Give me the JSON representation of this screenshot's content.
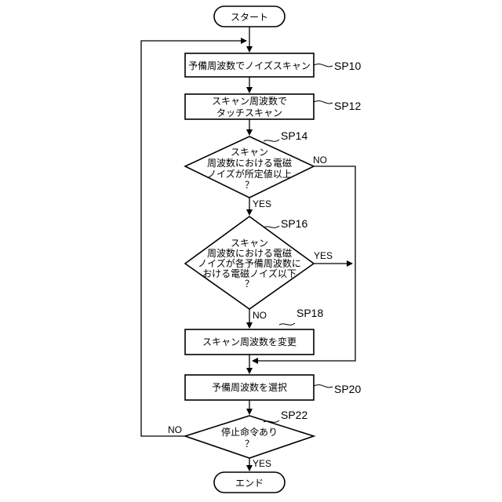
{
  "flow": {
    "start": "スタート",
    "sp10": {
      "label": "SP10",
      "text": "予備周波数でノイズスキャン"
    },
    "sp12": {
      "label": "SP12",
      "line1": "スキャン周波数で",
      "line2": "タッチスキャン"
    },
    "sp14": {
      "label": "SP14",
      "line1": "スキャン",
      "line2": "周波数における電磁",
      "line3": "ノイズが所定値以上",
      "line4": "？",
      "yes": "YES",
      "no": "NO"
    },
    "sp16": {
      "label": "SP16",
      "line1": "スキャン",
      "line2": "周波数における電磁",
      "line3": "ノイズが各予備周波数に",
      "line4": "おける電磁ノイズ以下",
      "line5": "？",
      "yes": "YES",
      "no": "NO"
    },
    "sp18": {
      "label": "SP18",
      "text": "スキャン周波数を変更"
    },
    "sp20": {
      "label": "SP20",
      "text": "予備周波数を選択"
    },
    "sp22": {
      "label": "SP22",
      "line1": "停止命令あり",
      "line2": "？",
      "yes": "YES",
      "no": "NO"
    },
    "end": "エンド"
  }
}
